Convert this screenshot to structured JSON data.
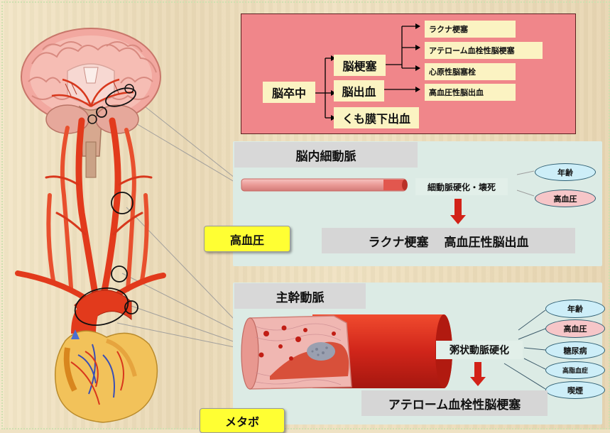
{
  "stroke_tree": {
    "root": "脳卒中",
    "branches": [
      "脳梗塞",
      "脳出血",
      "くも膜下出血"
    ],
    "infarction_types": [
      "ラクナ梗塞",
      "アテローム血栓性脳梗塞",
      "心原性脳塞栓"
    ],
    "hemorrhage_types": [
      "高血圧性脳出血"
    ]
  },
  "small_artery": {
    "title": "脳内細動脈",
    "mechanism": "細動脈硬化・壊死",
    "risk_factors": [
      "年齢",
      "高血圧"
    ],
    "results": [
      "ラクナ梗塞",
      "高血圧性脳出血"
    ],
    "tag": "高血圧"
  },
  "main_artery": {
    "title": "主幹動脈",
    "mechanism": "粥状動脈硬化",
    "risk_factors": [
      "年齢",
      "高血圧",
      "糖尿病",
      "高脂血症",
      "喫煙"
    ],
    "result": "アテローム血栓性脳梗塞",
    "tag": "メタボ"
  },
  "colors": {
    "stroke_box": "#f0868a",
    "label_yellow": "#fbf3c2",
    "tag_yellow": "#ffff33",
    "artery_red": "#e23a1c",
    "risk_blue": "#cdeef8",
    "risk_pink": "#f6c6c8"
  }
}
